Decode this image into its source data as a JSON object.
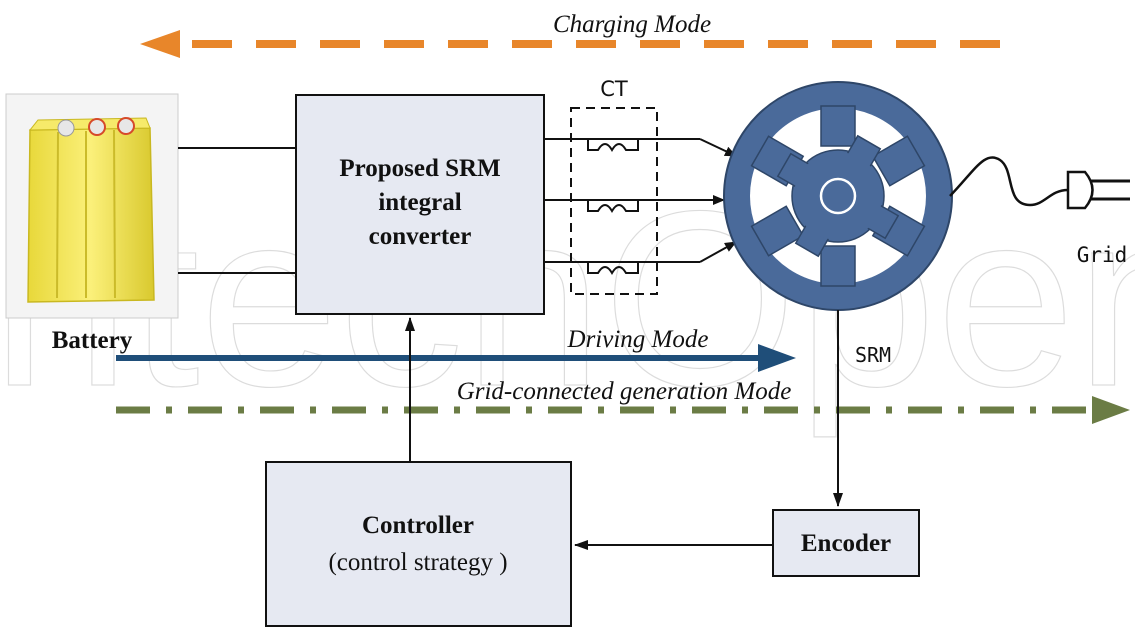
{
  "modes": {
    "charging": "Charging Mode",
    "driving": "Driving Mode",
    "grid_generation": "Grid-connected generation  Mode"
  },
  "blocks": {
    "converter_line1": "Proposed SRM",
    "converter_line2": "integral",
    "converter_line3": "converter",
    "controller_title": "Controller",
    "controller_sub": "(control strategy )",
    "encoder": "Encoder"
  },
  "labels": {
    "battery": "Battery",
    "ct": "CT",
    "srm": "SRM",
    "grid": "Grid"
  },
  "colors": {
    "charging_arrow": "#e8862a",
    "driving_arrow": "#1f4e79",
    "grid_arrow": "#6b7c45",
    "motor_fill": "#4a6a9a",
    "block_fill": "#e6e9f2",
    "battery_yellow": "#f2e44a"
  },
  "icons": {
    "motor": "srm-motor-icon",
    "plug": "power-plug-icon",
    "battery": "battery-photo"
  },
  "watermark": "IntechOpen"
}
